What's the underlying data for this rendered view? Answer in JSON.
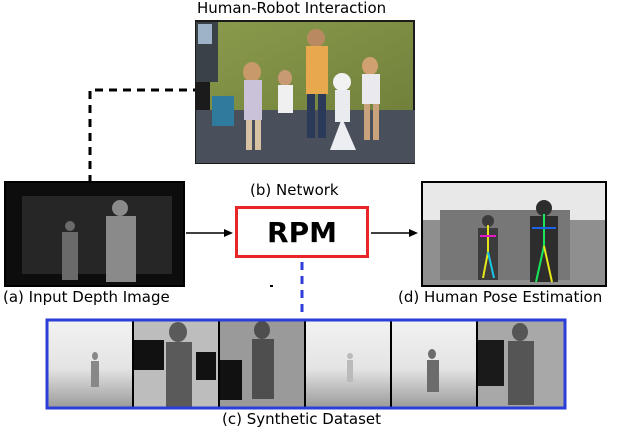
{
  "title": "Human-Robot Interaction",
  "network_label": "(b) Network",
  "network_name": "RPM",
  "input_label": "(a) Input Depth Image",
  "output_label": "(d) Human Pose Estimation",
  "dataset_label": "(c) Synthetic Dataset",
  "colors": {
    "network_border": "#e8262a",
    "dataset_border": "#2d3ed8",
    "dashed_blue": "#2d3ed8",
    "dashed_black": "#000000"
  }
}
